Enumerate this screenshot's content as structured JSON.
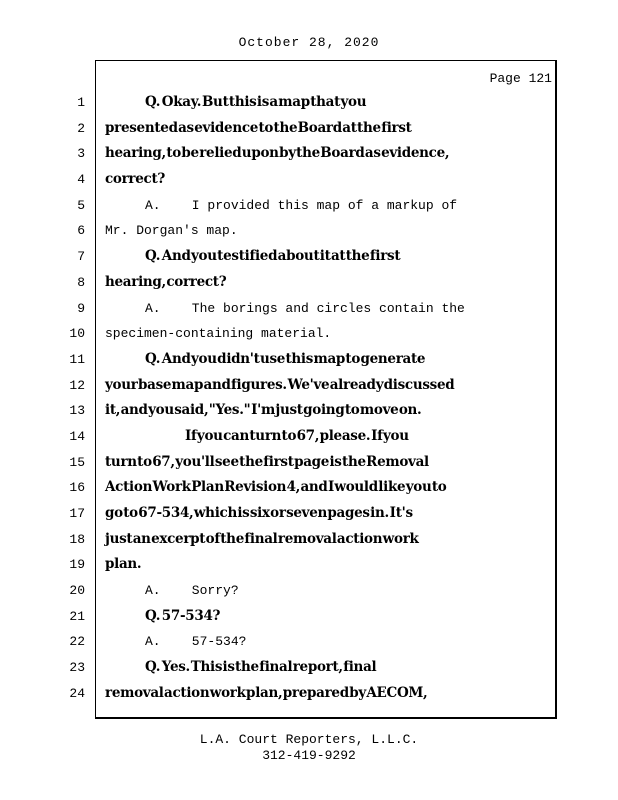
{
  "header": {
    "date": "October 28, 2020"
  },
  "page": {
    "label": "Page 121"
  },
  "transcript": {
    "lines": [
      {
        "num": "1",
        "text": "Q.    Okay.  But this is a map that you",
        "style": "bold",
        "indent": 1
      },
      {
        "num": "2",
        "text": "presented as evidence to the Board at the first",
        "style": "bold",
        "indent": 0
      },
      {
        "num": "3",
        "text": "hearing, to be relied upon by the Board as evidence,",
        "style": "bold",
        "indent": 0
      },
      {
        "num": "4",
        "text": "correct?",
        "style": "bold",
        "indent": 0
      },
      {
        "num": "5",
        "text": "A.    I provided this map of a markup of",
        "style": "mono",
        "indent": 1
      },
      {
        "num": "6",
        "text": "Mr. Dorgan's map.",
        "style": "mono",
        "indent": 0
      },
      {
        "num": "7",
        "text": "Q.    And you testified about it at the first",
        "style": "bold",
        "indent": 1
      },
      {
        "num": "8",
        "text": "hearing, correct?",
        "style": "bold",
        "indent": 0
      },
      {
        "num": "9",
        "text": "A.    The borings and circles contain the",
        "style": "mono",
        "indent": 1
      },
      {
        "num": "10",
        "text": "specimen-containing material.",
        "style": "mono",
        "indent": 0
      },
      {
        "num": "11",
        "text": "Q.    And you didn't use this map to generate",
        "style": "bold",
        "indent": 1
      },
      {
        "num": "12",
        "text": "your base map and figures.  We've already discussed",
        "style": "bold",
        "indent": 0
      },
      {
        "num": "13",
        "text": "it, and you said, \"Yes.\"  I'm just going to move on.",
        "style": "bold",
        "indent": 0
      },
      {
        "num": "14",
        "text": "If you can turn to 67, please.  If you",
        "style": "bold",
        "indent": 2
      },
      {
        "num": "15",
        "text": "turn to 67, you'll see the first page is the Removal",
        "style": "bold",
        "indent": 0
      },
      {
        "num": "16",
        "text": "Action Work Plan Revision 4, and I would like you to",
        "style": "bold",
        "indent": 0
      },
      {
        "num": "17",
        "text": "go to 67-534, which is six or seven pages in.  It's",
        "style": "bold",
        "indent": 0
      },
      {
        "num": "18",
        "text": "just an excerpt of the final removal action work",
        "style": "bold",
        "indent": 0
      },
      {
        "num": "19",
        "text": "plan.",
        "style": "bold",
        "indent": 0
      },
      {
        "num": "20",
        "text": "A.    Sorry?",
        "style": "mono",
        "indent": 1
      },
      {
        "num": "21",
        "text": "Q.    57-534?",
        "style": "bold",
        "indent": 1
      },
      {
        "num": "22",
        "text": "A.    57-534?",
        "style": "mono",
        "indent": 1
      },
      {
        "num": "23",
        "text": "Q.    Yes.  This is the final report, final",
        "style": "bold",
        "indent": 1
      },
      {
        "num": "24",
        "text": "removal action work plan, prepared by AECOM,",
        "style": "bold",
        "indent": 0
      }
    ]
  },
  "footer": {
    "company": "L.A. Court Reporters, L.L.C.",
    "phone": "312-419-9292"
  }
}
